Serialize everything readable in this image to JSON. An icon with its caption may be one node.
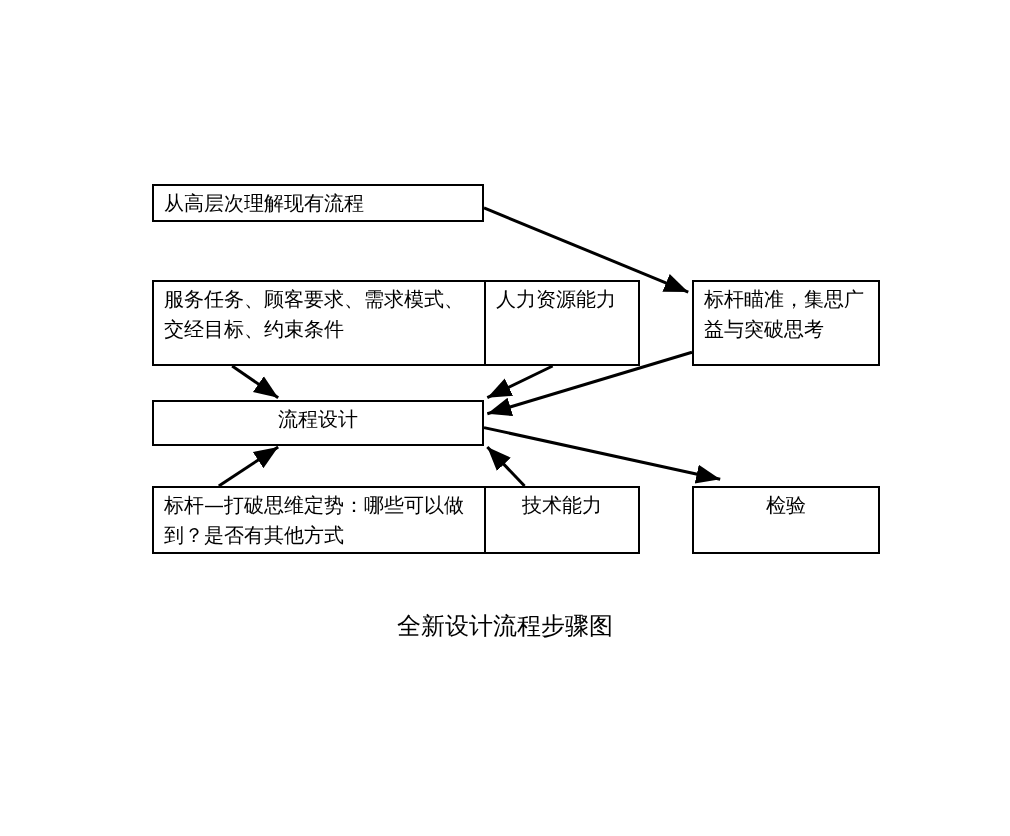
{
  "diagram": {
    "caption": "全新设计流程步骤图",
    "nodes": [
      {
        "text": [
          "从高层次理解现有流程"
        ]
      },
      {
        "text": [
          "服务任务、顾客要求、需求模式、交经目标、约束条件"
        ]
      },
      {
        "text": [
          "人力资源能力"
        ]
      },
      {
        "text": [
          "标杆瞄准，集思广益与突破思考"
        ]
      },
      {
        "text": [
          "流程设计"
        ]
      },
      {
        "text": [
          "标杆—打破思维定势：哪些可以做到？是否有其他方式"
        ]
      },
      {
        "text": [
          "技术能力"
        ]
      },
      {
        "text": [
          "检验"
        ]
      }
    ],
    "edges": [
      {
        "from": 0,
        "to": 3,
        "arrow": "to"
      },
      {
        "from": 1,
        "to": 4,
        "arrow": "to"
      },
      {
        "from": 2,
        "to": 4,
        "arrow": "to"
      },
      {
        "from": 3,
        "to": 4,
        "arrow": "to"
      },
      {
        "from": 5,
        "to": 4,
        "arrow": "to"
      },
      {
        "from": 6,
        "to": 4,
        "arrow": "to"
      },
      {
        "from": 4,
        "to": 7,
        "arrow": "to"
      }
    ]
  }
}
